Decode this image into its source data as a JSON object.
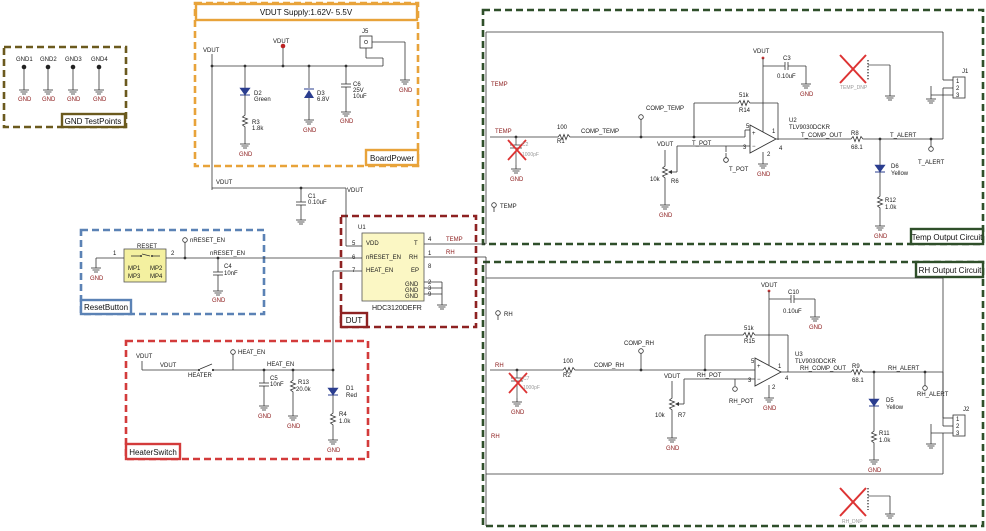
{
  "blocks": {
    "gnd_testpoints": {
      "label": "GND TestPoints",
      "color": "#6b5a1e"
    },
    "board_power": {
      "title": "VDUT Supply:1.62V- 5.5V",
      "label": "BoardPower",
      "color": "#e8a33a"
    },
    "reset_button": {
      "label": "ResetButton",
      "color": "#5b82b5"
    },
    "heater_switch": {
      "label": "HeaterSwitch",
      "color": "#d33b3b"
    },
    "dut": {
      "label": "DUT",
      "color": "#8e2222"
    },
    "temp_output": {
      "label": "Temp Output Circuit",
      "color": "#2f4f2a"
    },
    "rh_output": {
      "label": "RH Output Circuit",
      "color": "#2f4f2a"
    }
  },
  "gnd_tps": {
    "names": [
      "GND1",
      "GND2",
      "GND3",
      "GND4"
    ],
    "gnd": "GND"
  },
  "power": {
    "vdut": "VDUT",
    "d2": {
      "ref": "D2",
      "val": "Green"
    },
    "d3": {
      "ref": "D3",
      "val": "6.8V"
    },
    "c6": {
      "ref": "C6",
      "v1": "25V",
      "v2": "10uF"
    },
    "j5": "J5",
    "r3": {
      "ref": "R3",
      "val": "1.8k"
    },
    "gnd": "GND"
  },
  "mid": {
    "vdut1": "VDUT",
    "vdut2": "VDUT",
    "c1": {
      "ref": "C1",
      "val": "0.10uF"
    }
  },
  "reset": {
    "title": "RESET",
    "pins": [
      "MP1",
      "MP2",
      "MP3",
      "MP4"
    ],
    "n1": "1",
    "n2": "2",
    "nreset_en": "nRESET_EN",
    "nreset_en2": "nRESET_EN",
    "c4": {
      "ref": "C4",
      "val": "10nF"
    },
    "gnd": "GND"
  },
  "u1": {
    "ref": "U1",
    "part": "HDC3120DEFR",
    "pins_left": [
      "VDD",
      "nRESET_EN",
      "HEAT_EN"
    ],
    "pins_left_num": [
      "5",
      "6",
      "7"
    ],
    "pins_right": [
      "T",
      "RH",
      "EP",
      "GND",
      "GND",
      "GND"
    ],
    "pins_right_num": [
      "4",
      "1",
      "8",
      "2",
      "3",
      "9"
    ],
    "temp_net": "TEMP",
    "rh_net": "RH"
  },
  "heater": {
    "vdut": "VDUT",
    "vdut2": "VDUT",
    "sw": "HEATER",
    "heat_en": "HEAT_EN",
    "heat_en2": "HEAT_EN",
    "c5": {
      "ref": "C5",
      "val": "10nF"
    },
    "r13": {
      "ref": "R13",
      "val": "20.0k"
    },
    "d1": {
      "ref": "D1",
      "val": "Red"
    },
    "r4": {
      "ref": "R4",
      "val": "1.0k"
    },
    "gnd": "GND"
  },
  "temp": {
    "net_temp": "TEMP",
    "net_temp2": "TEMP",
    "net_temp3": "TEMP",
    "comp_temp": "COMP_TEMP",
    "comp_temp2": "COMP_TEMP",
    "r1": {
      "ref": "R1",
      "val": "100"
    },
    "c2": {
      "ref": "C2",
      "val": "1000pF"
    },
    "vdut": "VDUT",
    "vdut2": "VDUT",
    "t_pot": "T_POT",
    "t_pot2": "T_POT",
    "r6": {
      "ref": "R6",
      "val": "10k"
    },
    "r14": {
      "ref": "R14",
      "val": "51k"
    },
    "c3": {
      "ref": "C3",
      "val": "0.10uF"
    },
    "u2": {
      "ref": "U2",
      "part": "TLV9030DCKR"
    },
    "pins": [
      "5",
      "1",
      "3",
      "4",
      "2"
    ],
    "t_comp_out": "T_COMP_OUT",
    "r8": {
      "ref": "R8",
      "val": "68.1"
    },
    "t_alert": "T_ALERT",
    "t_alert2": "T_ALERT",
    "d6": {
      "ref": "D6",
      "val": "Yellow"
    },
    "r12": {
      "ref": "R12",
      "val": "1.0k"
    },
    "j1": "J1",
    "j_pins": [
      "1",
      "2",
      "3"
    ],
    "dnp": "TEMP_DNP",
    "gnd": "GND"
  },
  "rh": {
    "net_rh": "RH",
    "net_rh2": "RH",
    "net_rh3": "RH",
    "comp_rh": "COMP_RH",
    "comp_rh2": "COMP_RH",
    "r2": {
      "ref": "R2",
      "val": "100"
    },
    "c7": {
      "ref": "C7",
      "val": "1000pF"
    },
    "vdut": "VDUT",
    "vdut2": "VDUT",
    "rh_pot": "RH_POT",
    "rh_pot2": "RH_POT",
    "r7": {
      "ref": "R7",
      "val": "10k"
    },
    "r15": {
      "ref": "R15",
      "val": "51k"
    },
    "c10": {
      "ref": "C10",
      "val": "0.10uF"
    },
    "u3": {
      "ref": "U3",
      "part": "TLV9030DCKR"
    },
    "pins": [
      "5",
      "1",
      "3",
      "4",
      "2"
    ],
    "rh_comp_out": "RH_COMP_OUT",
    "r9": {
      "ref": "R9",
      "val": "68.1"
    },
    "rh_alert": "RH_ALERT",
    "rh_alert2": "RH_ALERT",
    "d5": {
      "ref": "D5",
      "val": "Yellow"
    },
    "r11": {
      "ref": "R11",
      "val": "1.0k"
    },
    "j2": "J2",
    "j_pins": [
      "1",
      "2",
      "3"
    ],
    "dnp": "RH_DNP",
    "gnd": "GND"
  }
}
